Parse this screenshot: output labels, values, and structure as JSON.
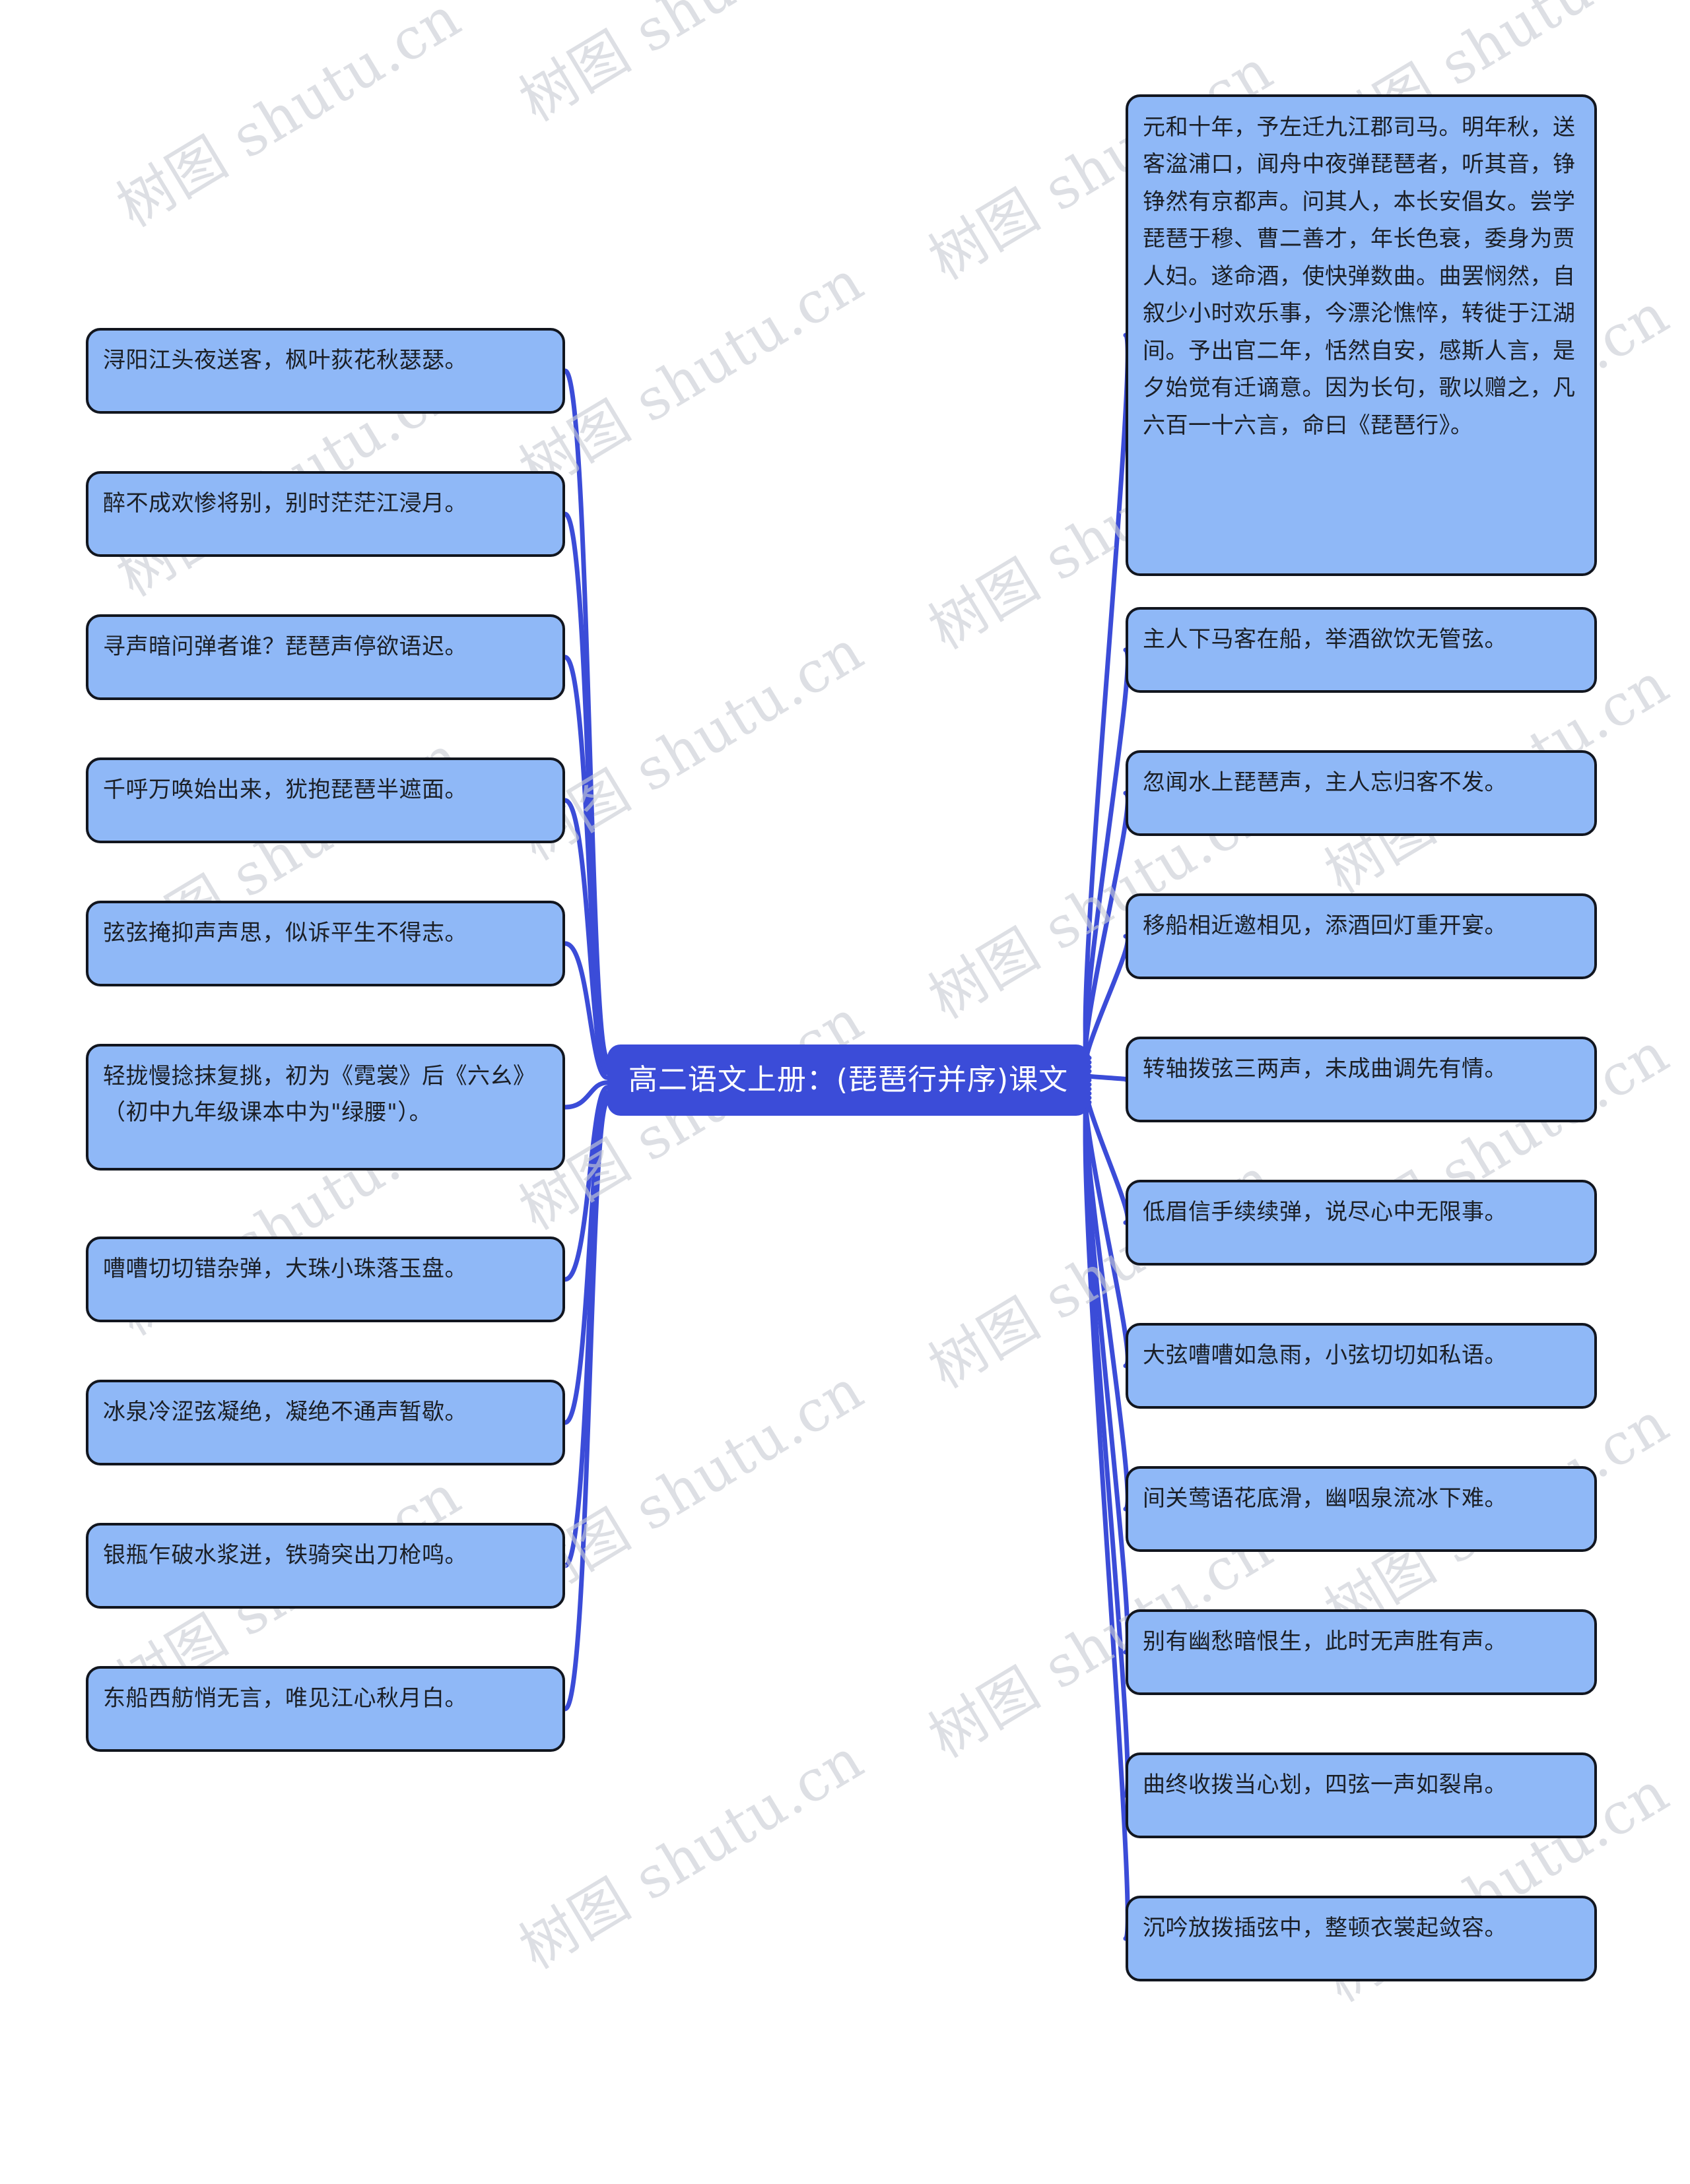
{
  "theme": {
    "background": "#ffffff",
    "leaf_fill": "#8fb8f7",
    "leaf_border": "#12161f",
    "root_fill": "#3b4cd8",
    "root_text": "#ffffff",
    "connector": "#3b4cd8",
    "watermark_color": "#c9cdd4"
  },
  "root": {
    "label": "高二语文上册：(琵琶行并序)课文"
  },
  "watermark": {
    "text": "树图 shutu.cn"
  },
  "left_branch": {
    "nodes": [
      {
        "label": "浔阳江头夜送客，枫叶荻花秋瑟瑟。"
      },
      {
        "label": "醉不成欢惨将别，别时茫茫江浸月。"
      },
      {
        "label": "寻声暗问弹者谁？琵琶声停欲语迟。"
      },
      {
        "label": "千呼万唤始出来，犹抱琵琶半遮面。"
      },
      {
        "label": "弦弦掩抑声声思，似诉平生不得志。"
      },
      {
        "label": "轻拢慢捻抹复挑，初为《霓裳》后《六幺》（初中九年级课本中为\"绿腰\"）。"
      },
      {
        "label": "嘈嘈切切错杂弹，大珠小珠落玉盘。"
      },
      {
        "label": "冰泉冷涩弦凝绝，凝绝不通声暂歇。"
      },
      {
        "label": "银瓶乍破水浆迸，铁骑突出刀枪鸣。"
      },
      {
        "label": "东船西舫悄无言，唯见江心秋月白。"
      }
    ]
  },
  "right_branch": {
    "nodes": [
      {
        "label": "元和十年，予左迁九江郡司马。明年秋，送客湓浦口，闻舟中夜弹琵琶者，听其音，铮铮然有京都声。问其人，本长安倡女。尝学琵琶于穆、曹二善才，年长色衰，委身为贾人妇。遂命酒，使快弹数曲。曲罢悯然，自叙少小时欢乐事，今漂沦憔悴，转徙于江湖间。予出官二年，恬然自安，感斯人言，是夕始觉有迁谪意。因为长句，歌以赠之，凡六百一十六言，命曰《琵琶行》。"
      },
      {
        "label": "主人下马客在船，举酒欲饮无管弦。"
      },
      {
        "label": "忽闻水上琵琶声，主人忘归客不发。"
      },
      {
        "label": "移船相近邀相见，添酒回灯重开宴。"
      },
      {
        "label": "转轴拨弦三两声，未成曲调先有情。"
      },
      {
        "label": "低眉信手续续弹，说尽心中无限事。"
      },
      {
        "label": "大弦嘈嘈如急雨，小弦切切如私语。"
      },
      {
        "label": "间关莺语花底滑，幽咽泉流冰下难。"
      },
      {
        "label": "别有幽愁暗恨生，此时无声胜有声。"
      },
      {
        "label": "曲终收拨当心划，四弦一声如裂帛。"
      },
      {
        "label": "沉吟放拨插弦中，整顿衣裳起敛容。"
      }
    ]
  }
}
